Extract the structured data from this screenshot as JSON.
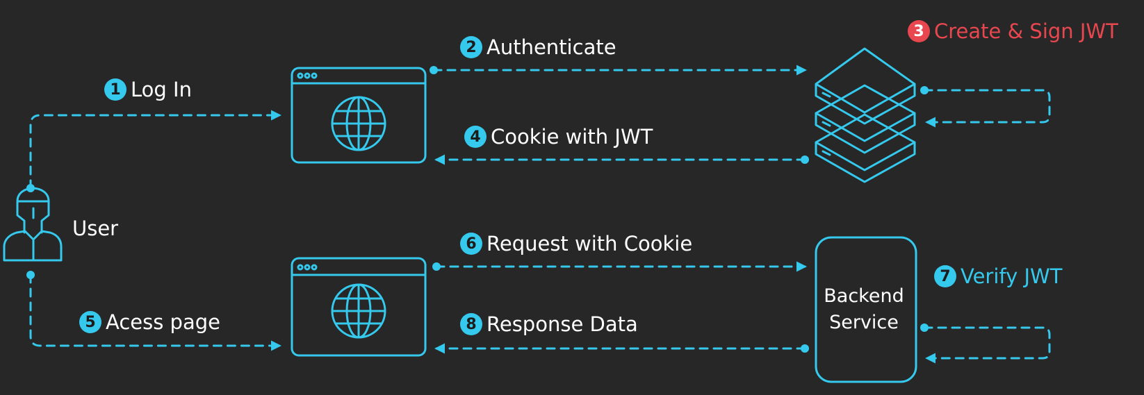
{
  "actors": {
    "user_label": "User"
  },
  "backend": {
    "line1": "Backend",
    "line2": "Service"
  },
  "steps": [
    {
      "num": "1",
      "text": "Log In"
    },
    {
      "num": "2",
      "text": "Authenticate"
    },
    {
      "num": "3",
      "text": "Create & Sign JWT"
    },
    {
      "num": "4",
      "text": "Cookie with JWT"
    },
    {
      "num": "5",
      "text": "Acess page"
    },
    {
      "num": "6",
      "text": "Request with Cookie"
    },
    {
      "num": "7",
      "text": "Verify JWT"
    },
    {
      "num": "8",
      "text": "Response Data"
    }
  ],
  "colors": {
    "line": "#35c9ee",
    "highlight": "#e8474f",
    "background": "#272727",
    "text": "#ffffff"
  }
}
